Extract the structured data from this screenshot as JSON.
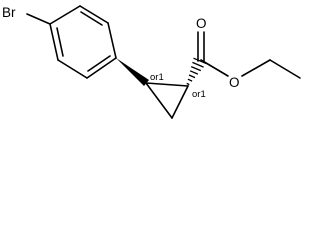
{
  "molecule": {
    "atoms": {
      "bromine": "Br",
      "carbonyl_oxygen": "O",
      "ester_oxygen": "O"
    },
    "stereo_labels": {
      "c1": "or1",
      "c2": "or1"
    }
  },
  "colors": {
    "bond": "#000000",
    "background": "#ffffff"
  }
}
